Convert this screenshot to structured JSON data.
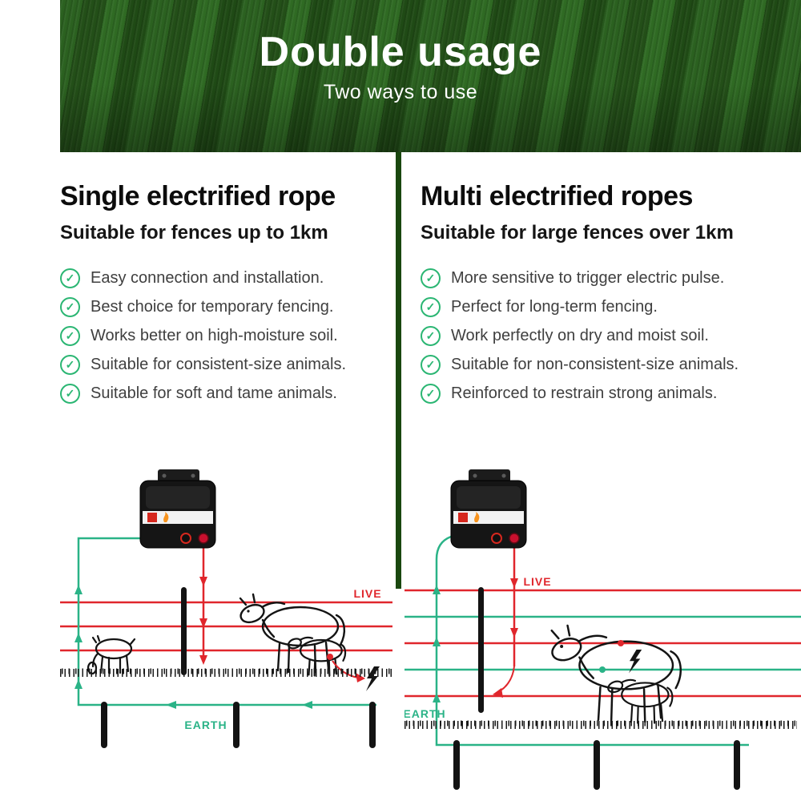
{
  "banner": {
    "title": "Double usage",
    "subtitle": "Two ways to use"
  },
  "left": {
    "title": "Single electrified rope",
    "subtitle": "Suitable for fences up to 1km",
    "items": [
      "Easy connection and installation.",
      "Best choice for temporary fencing.",
      "Works better on high-moisture soil.",
      "Suitable for consistent-size animals.",
      "Suitable for soft and tame animals."
    ],
    "live_label": "LIVE",
    "earth_label": "EARTH"
  },
  "right": {
    "title": "Multi electrified ropes",
    "subtitle": "Suitable for large fences over 1km",
    "items": [
      "More sensitive to trigger electric pulse.",
      "Perfect for long-term fencing.",
      "Work perfectly on dry and moist soil.",
      "Suitable for non-consistent-size animals.",
      "Reinforced to restrain strong animals."
    ],
    "live_label": "LIVE",
    "earth_label": "EARTH"
  },
  "icons": {
    "check": "✓"
  },
  "colors": {
    "live": "#e0262c",
    "earth": "#2ab387",
    "check_green": "#2bb673",
    "banner_green": "#245417",
    "divider_green": "#1a470f"
  }
}
